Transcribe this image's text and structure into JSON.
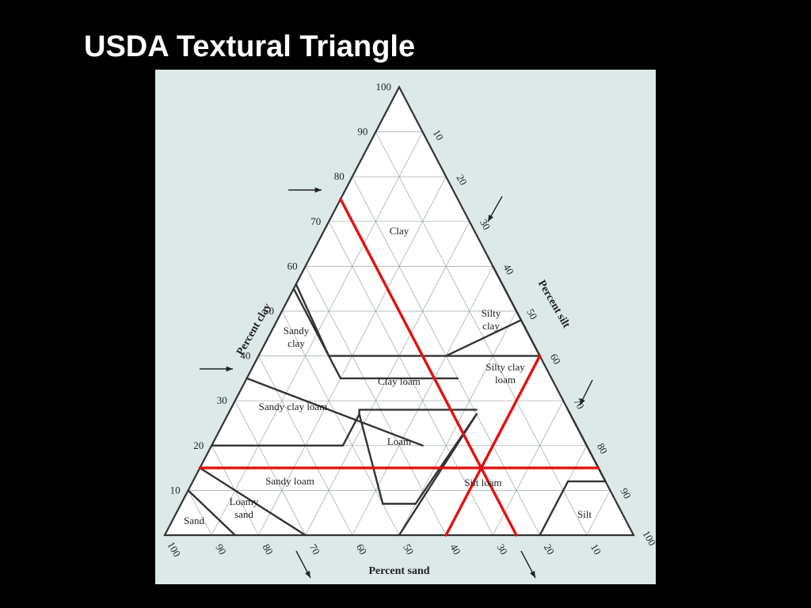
{
  "slide": {
    "title": "USDA Textural Triangle"
  },
  "diagram": {
    "axes": {
      "clay": {
        "label": "Percent clay"
      },
      "silt": {
        "label": "Percent silt"
      },
      "sand": {
        "label": "Percent sand"
      }
    },
    "clay_ticks": [
      "10",
      "20",
      "30",
      "40",
      "50",
      "60",
      "70",
      "80",
      "90",
      "100"
    ],
    "silt_ticks": [
      "10",
      "20",
      "30",
      "40",
      "50",
      "60",
      "70",
      "80",
      "90",
      "100"
    ],
    "sand_ticks": [
      "100",
      "90",
      "80",
      "70",
      "60",
      "50",
      "40",
      "30",
      "20",
      "10"
    ],
    "regions": [
      {
        "id": "clay",
        "lines": [
          "Clay"
        ]
      },
      {
        "id": "silty-clay",
        "lines": [
          "Silty",
          "clay"
        ]
      },
      {
        "id": "sandy-clay",
        "lines": [
          "Sandy",
          "clay"
        ]
      },
      {
        "id": "clay-loam",
        "lines": [
          "Clay loam"
        ]
      },
      {
        "id": "silty-clay-loam",
        "lines": [
          "Silty clay",
          "loam"
        ]
      },
      {
        "id": "sandy-clay-loam",
        "lines": [
          "Sandy clay loam"
        ]
      },
      {
        "id": "loam",
        "lines": [
          "Loam"
        ]
      },
      {
        "id": "sandy-loam",
        "lines": [
          "Sandy loam"
        ]
      },
      {
        "id": "silt-loam",
        "lines": [
          "Silt loam"
        ]
      },
      {
        "id": "loamy-sand",
        "lines": [
          "Loamy",
          "sand"
        ]
      },
      {
        "id": "sand",
        "lines": [
          "Sand"
        ]
      },
      {
        "id": "silt",
        "lines": [
          "Silt"
        ]
      }
    ],
    "example_point": {
      "sand": 25,
      "silt": 60,
      "clay": 15
    },
    "colors": {
      "background": "#dde8e8",
      "triangle_fill": "#ffffff",
      "boundary": "#333333",
      "grid": "#9aa6a6",
      "highlight": "#e41010"
    }
  }
}
